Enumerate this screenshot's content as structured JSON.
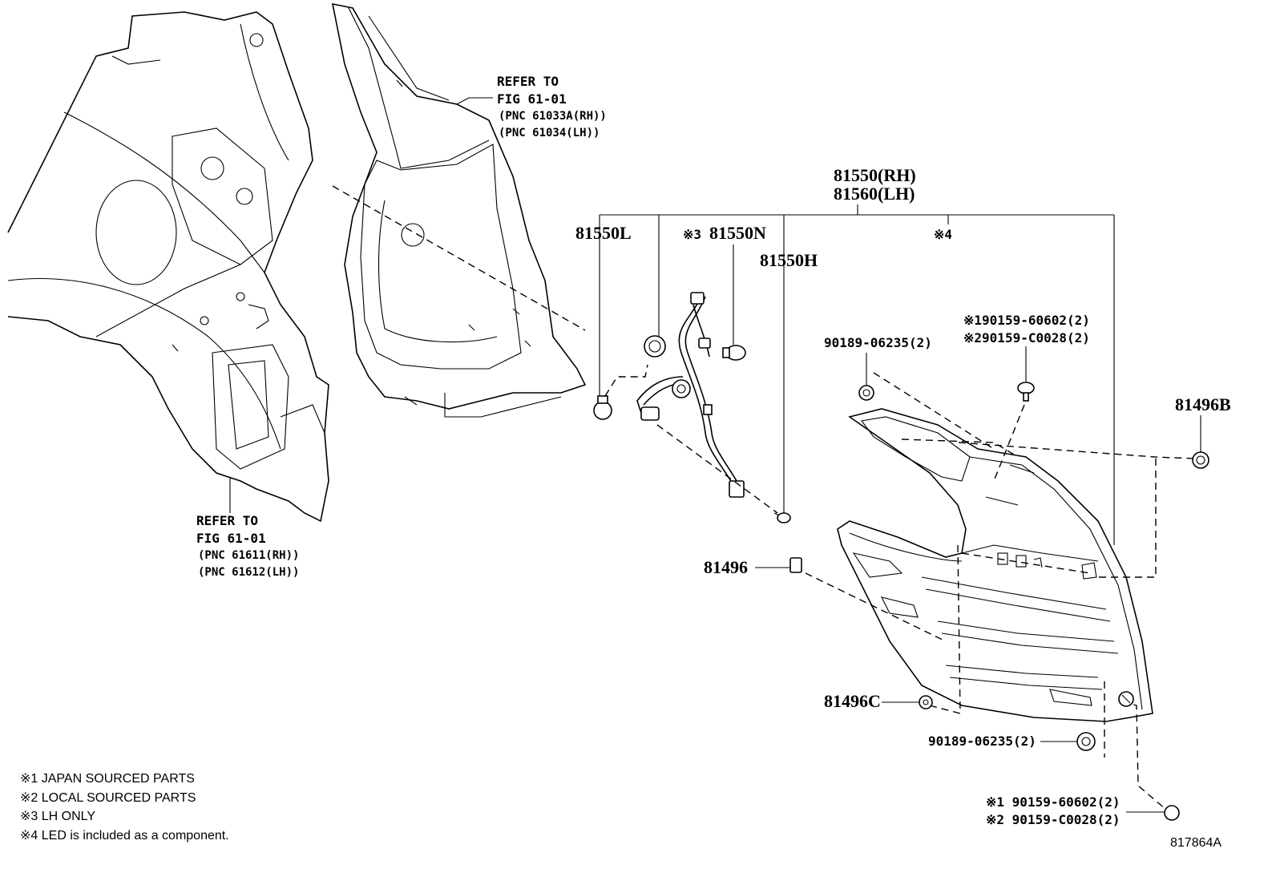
{
  "refer_top": {
    "line1": "REFER TO",
    "line2": "FIG 61-01",
    "line3": "(PNC 61033A(RH))",
    "line4": "(PNC 61034(LH))"
  },
  "refer_bottom": {
    "line1": "REFER TO",
    "line2": "FIG 61-01",
    "line3": "(PNC 61611(RH))",
    "line4": "(PNC 61612(LH))"
  },
  "parts": {
    "p81550_rh": "81550(RH)",
    "p81560_lh": "81560(LH)",
    "p81550L": "81550L",
    "p81550N_prefix": "※3",
    "p81550N": "81550N",
    "p81550H": "81550H",
    "led_mark": "※4",
    "p90189_top": "90189-06235(2)",
    "p90159_a": "※190159-60602(2)",
    "p90159_b": "※290159-C0028(2)",
    "p81496B": "81496B",
    "p81496": "81496",
    "p81496C": "81496C",
    "p90189_bottom": "90189-06235(2)",
    "p90159_c": "※1 90159-60602(2)",
    "p90159_d": "※2 90159-C0028(2)"
  },
  "notes": [
    "※1 JAPAN SOURCED PARTS",
    "※2 LOCAL SOURCED PARTS",
    "※3 LH ONLY",
    "※4 LED is included as a component."
  ],
  "figure_id": "817864A",
  "colors": {
    "ink": "#000000",
    "background": "#ffffff"
  }
}
